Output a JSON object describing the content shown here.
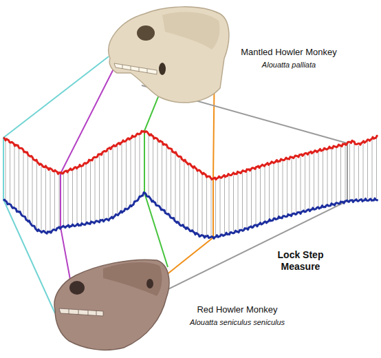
{
  "diagram": {
    "labels": [
      "Mantled Howler Monkey",
      "Alouatta palliata",
      "Lock Step Measure",
      "Red Howler Monkey",
      "Alouatta seniculus seniculus"
    ]
  }
}
